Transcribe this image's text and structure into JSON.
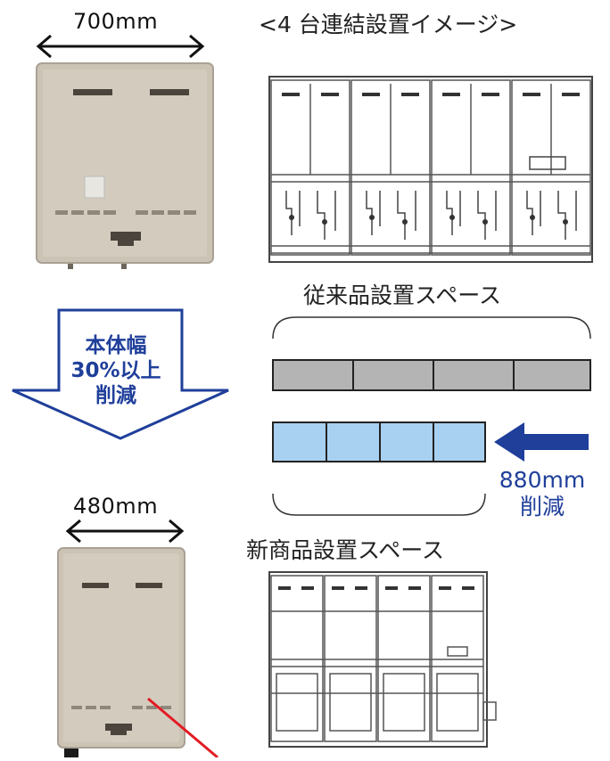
{
  "old_unit": {
    "width_label": "700mm"
  },
  "new_unit": {
    "width_label": "480mm"
  },
  "titles": {
    "install_image": "<4 台連結設置イメージ>",
    "old_space": "従来品設置スペース",
    "new_space": "新商品設置スペース"
  },
  "reduction_arrow": {
    "line1": "本体幅",
    "line2": "30%以上",
    "line3": "削減"
  },
  "space_reduction": {
    "line1": "880mm",
    "line2": "削減"
  },
  "colors": {
    "arrow_blue": "#1f3f9a",
    "old_box_fill": "#b4b4b4",
    "new_box_fill": "#a8d0f0",
    "unit_body": "#c9c0b0",
    "pointer_red": "#e31b23"
  }
}
